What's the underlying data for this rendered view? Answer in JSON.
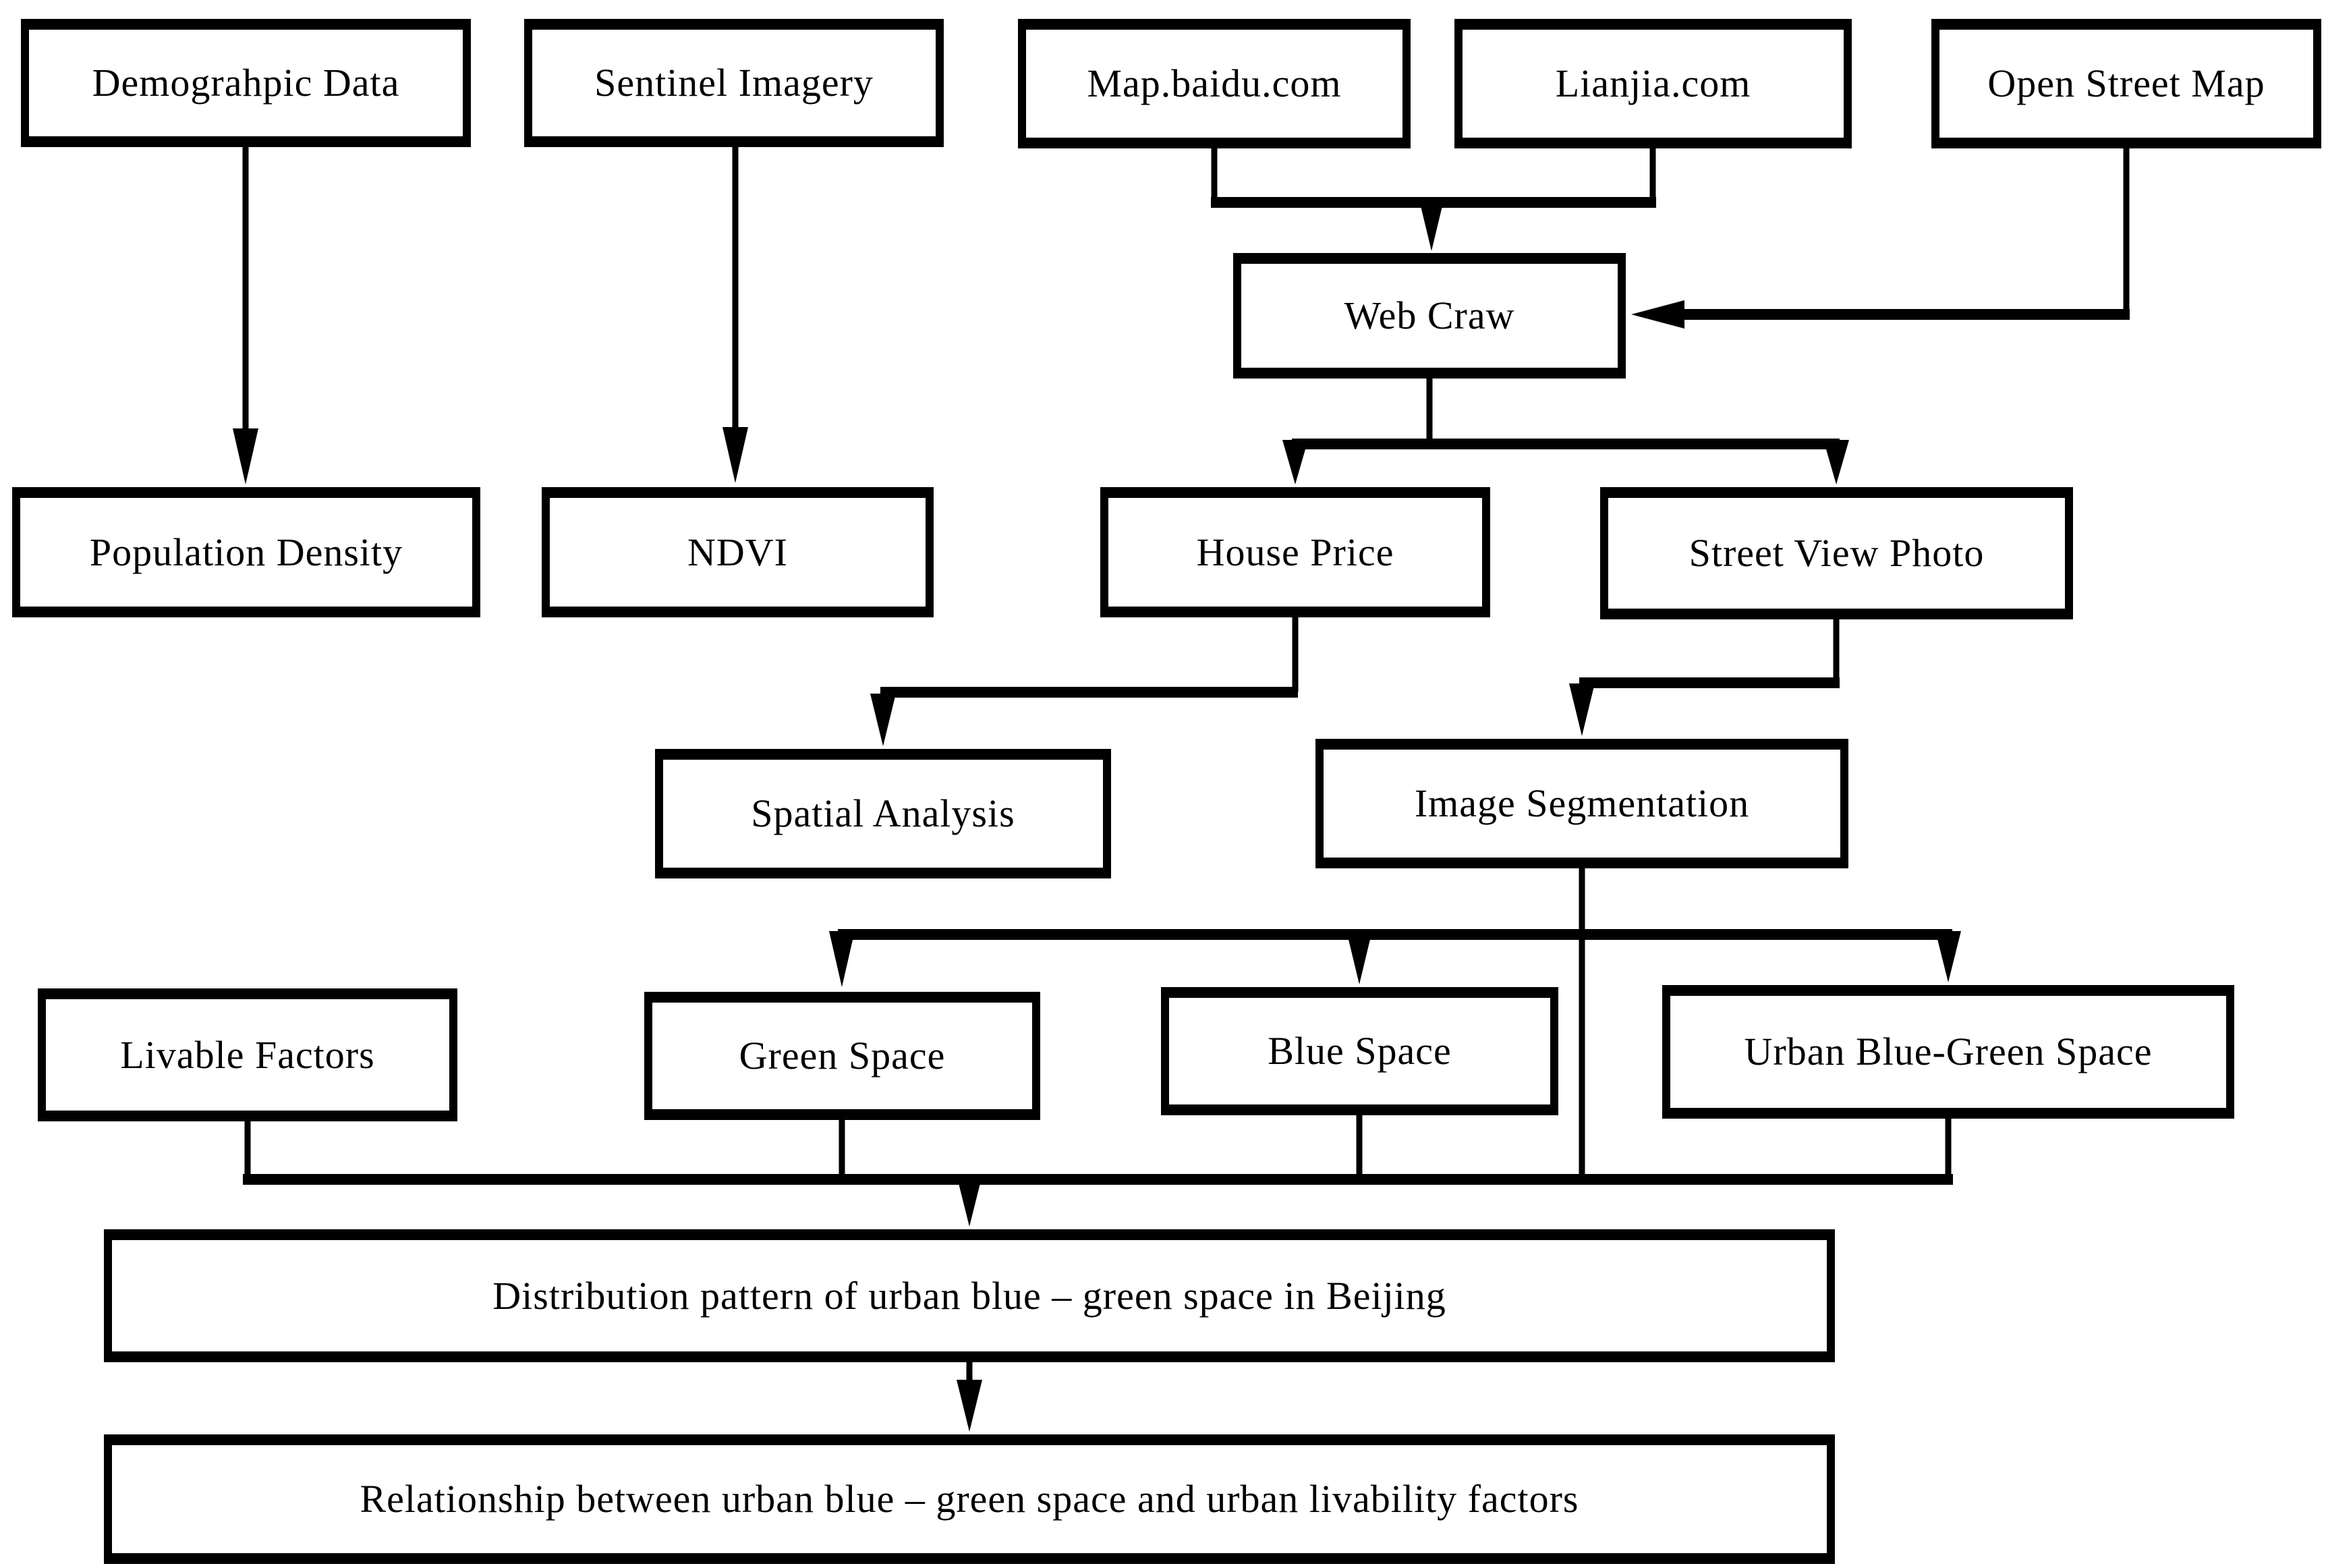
{
  "diagram": {
    "title": "Urban blue-green space research workflow",
    "colors": {
      "background": "#ffffff",
      "line": "#000000",
      "box_border": "#000000",
      "text": "#000000"
    },
    "nodes": {
      "demographic_data": "Demograhpic Data",
      "sentinel_imagery": "Sentinel Imagery",
      "map_baidu": "Map.baidu.com",
      "lianjia": "Lianjia.com",
      "open_street_map": "Open Street Map",
      "web_craw": "Web Craw",
      "population_density": "Population Density",
      "ndvi": "NDVI",
      "house_price": "House Price",
      "street_view_photo": "Street View Photo",
      "spatial_analysis": "Spatial Analysis",
      "image_segmentation": "Image Segmentation",
      "livable_factors": "Livable Factors",
      "green_space": "Green Space",
      "blue_space": "Blue Space",
      "urban_blue_green_space": "Urban Blue-Green Space",
      "distribution_pattern": "Distribution pattern of urban blue – green space in Beijing",
      "relationship": "Relationship between urban blue – green space and urban livability factors"
    },
    "edges": [
      {
        "from": "Demograhpic Data",
        "to": "Population Density"
      },
      {
        "from": "Sentinel Imagery",
        "to": "NDVI"
      },
      {
        "from": "Map.baidu.com",
        "to": "Web Craw"
      },
      {
        "from": "Lianjia.com",
        "to": "Web Craw"
      },
      {
        "from": "Open Street Map",
        "to": "Web Craw"
      },
      {
        "from": "Web Craw",
        "to": "House Price"
      },
      {
        "from": "Web Craw",
        "to": "Street View Photo"
      },
      {
        "from": "House Price",
        "to": "Spatial Analysis"
      },
      {
        "from": "Street View Photo",
        "to": "Image Segmentation"
      },
      {
        "from": "Image Segmentation",
        "to": "Green Space"
      },
      {
        "from": "Image Segmentation",
        "to": "Blue Space"
      },
      {
        "from": "Image Segmentation",
        "to": "Urban Blue-Green Space"
      },
      {
        "from": "Population Density",
        "to": "Livable Factors"
      },
      {
        "from": "Livable Factors",
        "to": "Distribution pattern of urban blue – green space in Beijing"
      },
      {
        "from": "Green Space",
        "to": "Distribution pattern of urban blue – green space in Beijing"
      },
      {
        "from": "Blue Space",
        "to": "Distribution pattern of urban blue – green space in Beijing"
      },
      {
        "from": "Urban Blue-Green Space",
        "to": "Distribution pattern of urban blue – green space in Beijing"
      },
      {
        "from": "Distribution pattern of urban blue – green space in Beijing",
        "to": "Relationship between urban blue – green space and urban livability factors"
      }
    ]
  }
}
